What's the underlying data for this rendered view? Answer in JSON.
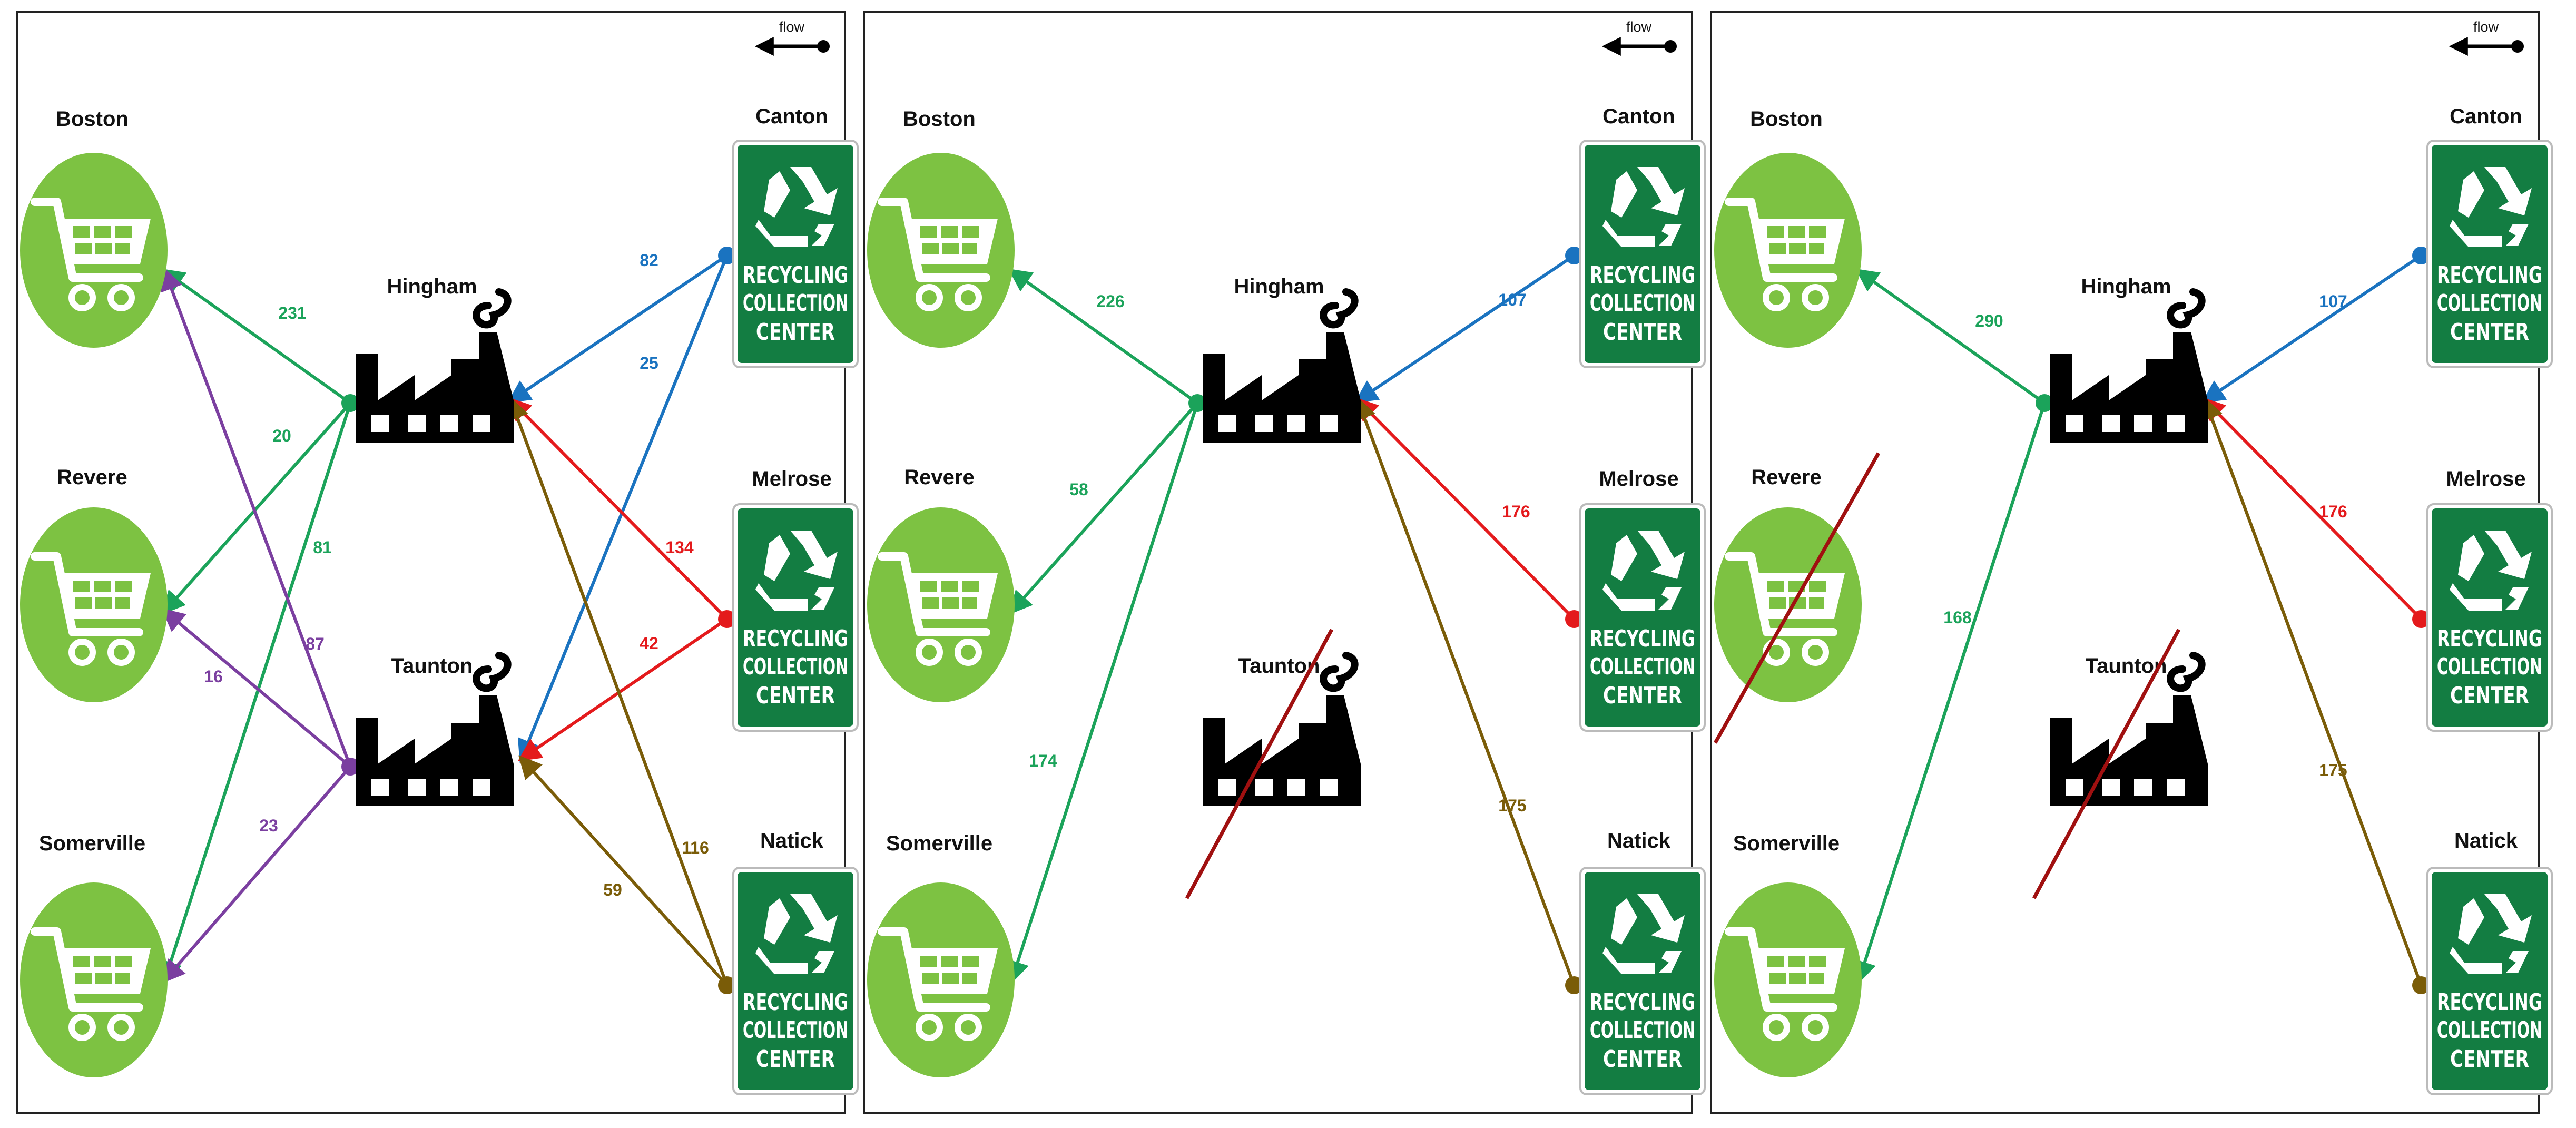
{
  "legend": {
    "label": "flow"
  },
  "center_sign": {
    "line1": "RECYCLING",
    "line2": "COLLECTION",
    "line3": "CENTER"
  },
  "nodes": {
    "boston": "Boston",
    "revere": "Revere",
    "somerville": "Somerville",
    "hingham": "Hingham",
    "taunton": "Taunton",
    "canton": "Canton",
    "melrose": "Melrose",
    "natick": "Natick"
  },
  "colors": {
    "canton": "#1a73c0",
    "melrose": "#e41a1c",
    "natick": "#7a5c08",
    "hingham": "#1ba35a",
    "taunton": "#7b3fa0",
    "cart_circle": "#7dc242",
    "center_sign": "#137d42",
    "strike": "#a01010"
  },
  "panels": [
    {
      "id": "panel-1",
      "closed": [],
      "flows": [
        {
          "from": "canton",
          "to": "hingham",
          "value": "82"
        },
        {
          "from": "canton",
          "to": "taunton",
          "value": "25"
        },
        {
          "from": "melrose",
          "to": "hingham",
          "value": "134"
        },
        {
          "from": "melrose",
          "to": "taunton",
          "value": "42"
        },
        {
          "from": "natick",
          "to": "hingham",
          "value": "116"
        },
        {
          "from": "natick",
          "to": "taunton",
          "value": "59"
        },
        {
          "from": "hingham",
          "to": "boston",
          "value": "231"
        },
        {
          "from": "hingham",
          "to": "revere",
          "value": "20"
        },
        {
          "from": "hingham",
          "to": "somerville",
          "value": "81"
        },
        {
          "from": "taunton",
          "to": "boston",
          "value": "87"
        },
        {
          "from": "taunton",
          "to": "revere",
          "value": "16"
        },
        {
          "from": "taunton",
          "to": "somerville",
          "value": "23"
        }
      ]
    },
    {
      "id": "panel-2",
      "closed": [
        "taunton"
      ],
      "flows": [
        {
          "from": "canton",
          "to": "hingham",
          "value": "107"
        },
        {
          "from": "melrose",
          "to": "hingham",
          "value": "176"
        },
        {
          "from": "natick",
          "to": "hingham",
          "value": "175"
        },
        {
          "from": "hingham",
          "to": "boston",
          "value": "226"
        },
        {
          "from": "hingham",
          "to": "revere",
          "value": "58"
        },
        {
          "from": "hingham",
          "to": "somerville",
          "value": "174"
        }
      ]
    },
    {
      "id": "panel-3",
      "closed": [
        "taunton",
        "revere"
      ],
      "flows": [
        {
          "from": "canton",
          "to": "hingham",
          "value": "107"
        },
        {
          "from": "melrose",
          "to": "hingham",
          "value": "176"
        },
        {
          "from": "natick",
          "to": "hingham",
          "value": "175"
        },
        {
          "from": "hingham",
          "to": "boston",
          "value": "290"
        },
        {
          "from": "hingham",
          "to": "somerville",
          "value": "168"
        }
      ]
    }
  ]
}
